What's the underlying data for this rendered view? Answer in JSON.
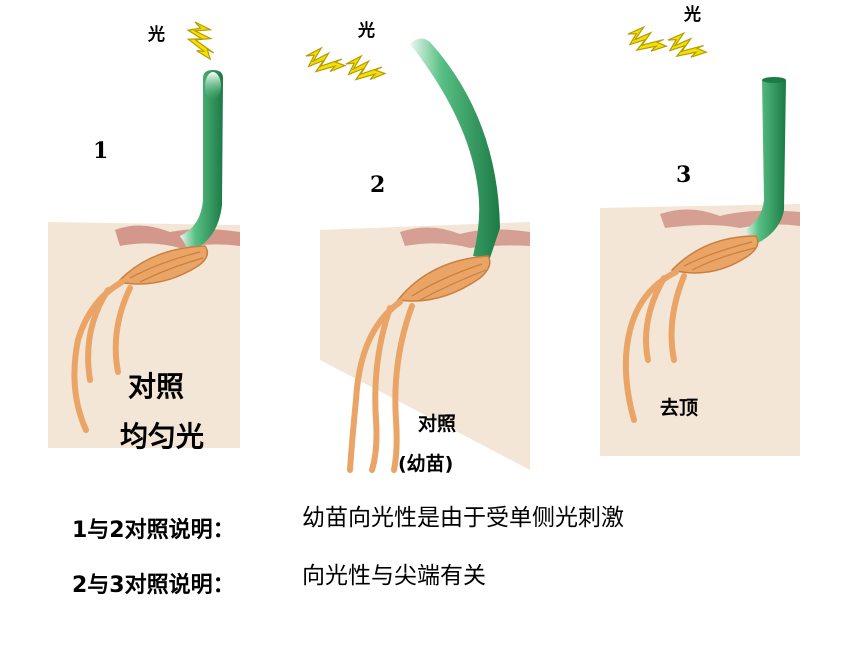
{
  "panels": [
    {
      "number": "1",
      "light": "光",
      "label_line1": "对照",
      "label_line2": "均匀光"
    },
    {
      "number": "2",
      "light": "光",
      "label_line1": "对照",
      "label_line2": "(幼苗)"
    },
    {
      "number": "3",
      "light": "光",
      "label_line1": "去顶",
      "label_line2": ""
    }
  ],
  "conclusions": [
    {
      "label": "1与2对照说明：",
      "text": "幼苗向光性是由于受单侧光刺激"
    },
    {
      "label": "2与3对照说明：",
      "text": "向光性与尖端有关"
    }
  ],
  "colors": {
    "shoot_green": "#2e9a5a",
    "seed_orange": "#e9a466",
    "soil_beige": "#f3e6d6",
    "soil_red": "#b8574f",
    "lightning_yellow": "#f2e000"
  }
}
